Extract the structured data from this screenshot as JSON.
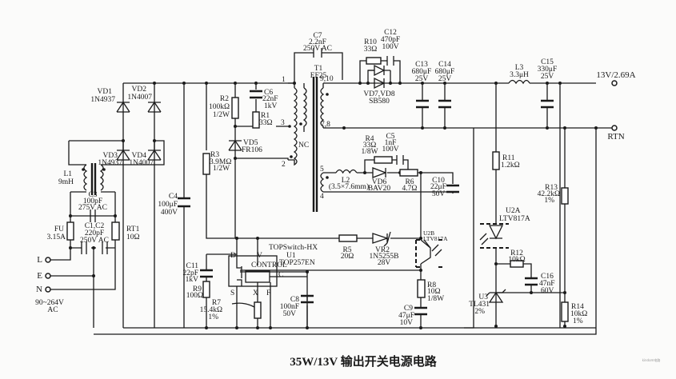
{
  "title": "35W/13V 输出开关电源电路",
  "watermark": "kindom电路",
  "input": {
    "terminals": [
      "L",
      "E",
      "N"
    ],
    "voltage_line1": "90~264V",
    "voltage_line2": "AC"
  },
  "output": {
    "positive_label": "13V/2.69A",
    "return_label": "RTN"
  },
  "components": {
    "VD1": {
      "ref": "VD1",
      "value": "1N4937"
    },
    "VD2": {
      "ref": "VD2",
      "value": "1N4007"
    },
    "VD3": {
      "ref": "VD3",
      "value": "1N4937"
    },
    "VD4": {
      "ref": "VD4",
      "value": "1N4007"
    },
    "L1": {
      "ref": "L1",
      "value": "9mH"
    },
    "C3": {
      "ref": "C3",
      "value": "100pF",
      "rating": "275V AC"
    },
    "C1C2": {
      "ref": "C1,C2",
      "value": "220pF",
      "rating": "250V  AC"
    },
    "FU": {
      "ref": "FU",
      "value": "3.15A"
    },
    "RT1": {
      "ref": "RT1",
      "value": "10Ω"
    },
    "C4": {
      "ref": "C4",
      "value": "100μF",
      "rating": "400V"
    },
    "R2": {
      "ref": "R2",
      "value": "100kΩ",
      "rating": "1/2W"
    },
    "C6": {
      "ref": "C6",
      "value": "22nF",
      "rating": "1kV"
    },
    "R1": {
      "ref": "R1",
      "value": "33Ω"
    },
    "VD5": {
      "ref": "VD5",
      "value": "FR106"
    },
    "R3": {
      "ref": "R3",
      "value": "3.9MΩ",
      "rating": "1/2W"
    },
    "C7": {
      "ref": "C7",
      "value": "2.2nF",
      "rating": "250V AC"
    },
    "T1": {
      "ref": "T1",
      "value": "EF25",
      "pin_1": "1",
      "pin_2": "2",
      "pin_3": "3",
      "pin_nc": "NC",
      "pin_910": "9,10",
      "pin_78": "7,8",
      "pin_5": "5",
      "pin_4": "4"
    },
    "R10": {
      "ref": "R10",
      "value": "33Ω"
    },
    "C12": {
      "ref": "C12",
      "value": "470pF",
      "rating": "100V"
    },
    "VD7VD8": {
      "ref": "VD7,VD8",
      "value": "SB580"
    },
    "C13": {
      "ref": "C13",
      "value": "680μF",
      "rating": "25V"
    },
    "C14": {
      "ref": "C14",
      "value": "680μF",
      "rating": "25V"
    },
    "L3": {
      "ref": "L3",
      "value": "3.3μH"
    },
    "C15": {
      "ref": "C15",
      "value": "330μF",
      "rating": "25V"
    },
    "R4": {
      "ref": "R4",
      "value": "33Ω",
      "rating": "1/8W"
    },
    "C5": {
      "ref": "C5",
      "value": "1nF",
      "rating": "100V"
    },
    "L2": {
      "ref": "L2",
      "value": "(3.5×7.6mm)"
    },
    "VD6": {
      "ref": "VD6",
      "value": "BAV20"
    },
    "R6": {
      "ref": "R6",
      "value": "4.7Ω"
    },
    "C10": {
      "ref": "C10",
      "value": "22μF",
      "rating": "50V"
    },
    "R11": {
      "ref": "R11",
      "value": "1.2kΩ"
    },
    "R13": {
      "ref": "R13",
      "value": "42.2kΩ",
      "rating": "1%"
    },
    "U2A": {
      "ref": "U2A",
      "value": "LTV817A"
    },
    "U2B": {
      "ref": "U2B",
      "value": "LTV817A"
    },
    "R12": {
      "ref": "R12",
      "value": "10kΩ"
    },
    "C16": {
      "ref": "C16",
      "value": "47nF",
      "rating": "60V"
    },
    "U3": {
      "ref": "U3",
      "value": "TL431",
      "rating": "2%"
    },
    "R14": {
      "ref": "R14",
      "value": "10kΩ",
      "rating": "1%"
    },
    "U1": {
      "family": "TOPSwitch-HX",
      "ref": "U1",
      "value": "TOP257EN",
      "block": "CONTROL",
      "pin_d": "D",
      "pin_v": "V",
      "pin_c": "C",
      "pin_s": "S",
      "pin_x": "X",
      "pin_f": "F"
    },
    "R5": {
      "ref": "R5",
      "value": "20Ω"
    },
    "VR2": {
      "ref": "VR2",
      "value": "1N5255B",
      "rating": "28V"
    },
    "C11": {
      "ref": "C11",
      "value": "22pF",
      "rating": "1kV"
    },
    "R9": {
      "ref": "R9",
      "value": "100Ω"
    },
    "R7": {
      "ref": "R7",
      "value": "15.4kΩ",
      "rating": "1%"
    },
    "C8": {
      "ref": "C8",
      "value": "100nF",
      "rating": "50V"
    },
    "R8": {
      "ref": "R8",
      "value": "10Ω",
      "rating": "1/8W"
    },
    "C9": {
      "ref": "C9",
      "value": "47μF",
      "rating": "10V"
    }
  }
}
